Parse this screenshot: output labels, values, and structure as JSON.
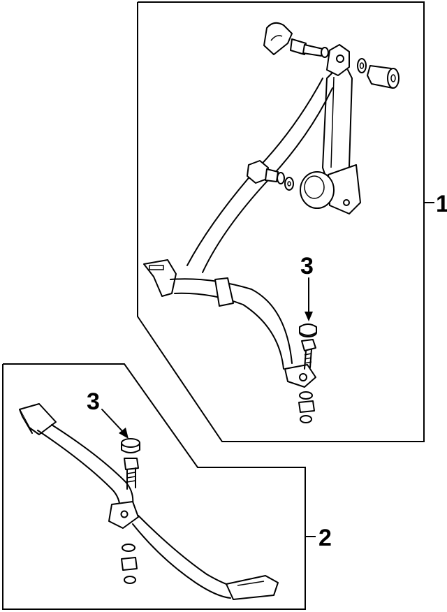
{
  "callouts": {
    "front_belt_assembly": "1",
    "rear_belt_assembly": "2",
    "cap_upper": "3",
    "cap_lower": "3"
  }
}
